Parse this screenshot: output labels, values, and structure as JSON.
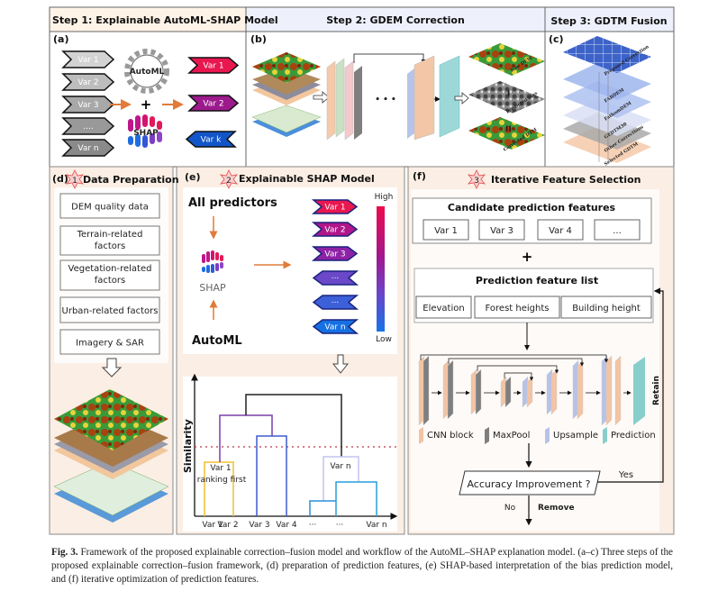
{
  "header": {
    "step1": "Step 1: Explainable AutoML-SHAP  Model",
    "step2": "Step 2: GDEM Correction",
    "step3": "Step 3: GDTM Fusion"
  },
  "panel_a": {
    "label": "(a)",
    "inputs": [
      "Var 1",
      "Var 2",
      "Var 3",
      "....",
      "Var n"
    ],
    "automl": "AutoML",
    "plus": "+",
    "shap": "SHAP",
    "outputs": [
      "Var 1",
      "Var 2",
      "Var k"
    ]
  },
  "panel_b": {
    "label": "(b)",
    "dots": "• • •",
    "maps": [
      "Raw DEM",
      "Predicted bias",
      "Corrected DTM"
    ],
    "roman": [
      "I",
      "II"
    ]
  },
  "panel_c": {
    "label": "(c)",
    "layers": [
      "Proposed Correction",
      "FABDEM",
      "FathomDEM",
      "GEDTM30",
      "Other Corrections",
      "Selected GDTM"
    ]
  },
  "panel_d": {
    "label": "(d)",
    "step_num": "1",
    "title": "Data Preparation",
    "boxes": [
      [
        "DEM quality data"
      ],
      [
        "Terrain-related",
        "factors"
      ],
      [
        "Vegetation-related",
        "factors"
      ],
      [
        "Urban-related factors"
      ],
      [
        "Imagery & SAR"
      ]
    ]
  },
  "panel_e": {
    "label": "(e)",
    "step_num": "2",
    "title": "Explainable SHAP  Model",
    "all_predictors": "All  predictors",
    "shap": "SHAP",
    "automl": "AutoML",
    "ranked": [
      "Var 1",
      "Var 2",
      "Var 3",
      "···",
      "···",
      "Var n"
    ],
    "colorbar": {
      "high": "High",
      "low": "Low",
      "colors": [
        "#ee0a4c",
        "#a3168f",
        "#6a44c8",
        "#1673e6"
      ]
    }
  },
  "dendrogram": {
    "ylabel": "Similarity",
    "ticks": [
      "Var 1",
      "Var 2",
      "Var 3",
      "Var 4",
      "···",
      "···",
      "Var n"
    ],
    "annot_var1": [
      "Var 1",
      "ranking first"
    ],
    "annot_varn": "Var n"
  },
  "panel_f": {
    "label": "(f)",
    "step_num": "3",
    "title": "Iterative Feature Selection",
    "candidate_title": "Candidate prediction features",
    "candidates": [
      "Var 1",
      "Var 3",
      "Var 4",
      "..."
    ],
    "plus": "+",
    "list_title": "Prediction feature list",
    "list_items": [
      "Elevation",
      "Forest heights",
      "Building height"
    ],
    "legend": [
      "CNN block",
      "MaxPool",
      "Upsample",
      "Prediction"
    ],
    "decision": "Accuracy Improvement ?",
    "yes": "Yes",
    "retain": "Retain",
    "no": "No",
    "remove": "Remove"
  },
  "caption": {
    "fig": "Fig. 3.",
    "text": "Framework of the proposed explainable correction–fusion model and workflow of the AutoML–SHAP explanation model. (a–c) Three steps of the proposed explainable correction–fusion framework, (d) preparation of prediction features, (e) SHAP-based interpretation of the bias prediction model, and (f) iterative optimization of prediction features."
  },
  "colors": {
    "step1_bg": "#fdf3e6",
    "step23_bg": "#eef0fb",
    "bottom_bg": "#fbeee4",
    "arrow_orange": "#e07b39",
    "var1_red": "#e8174f",
    "var2_purple": "#9c1a8c",
    "vark_blue": "#1255c9"
  }
}
